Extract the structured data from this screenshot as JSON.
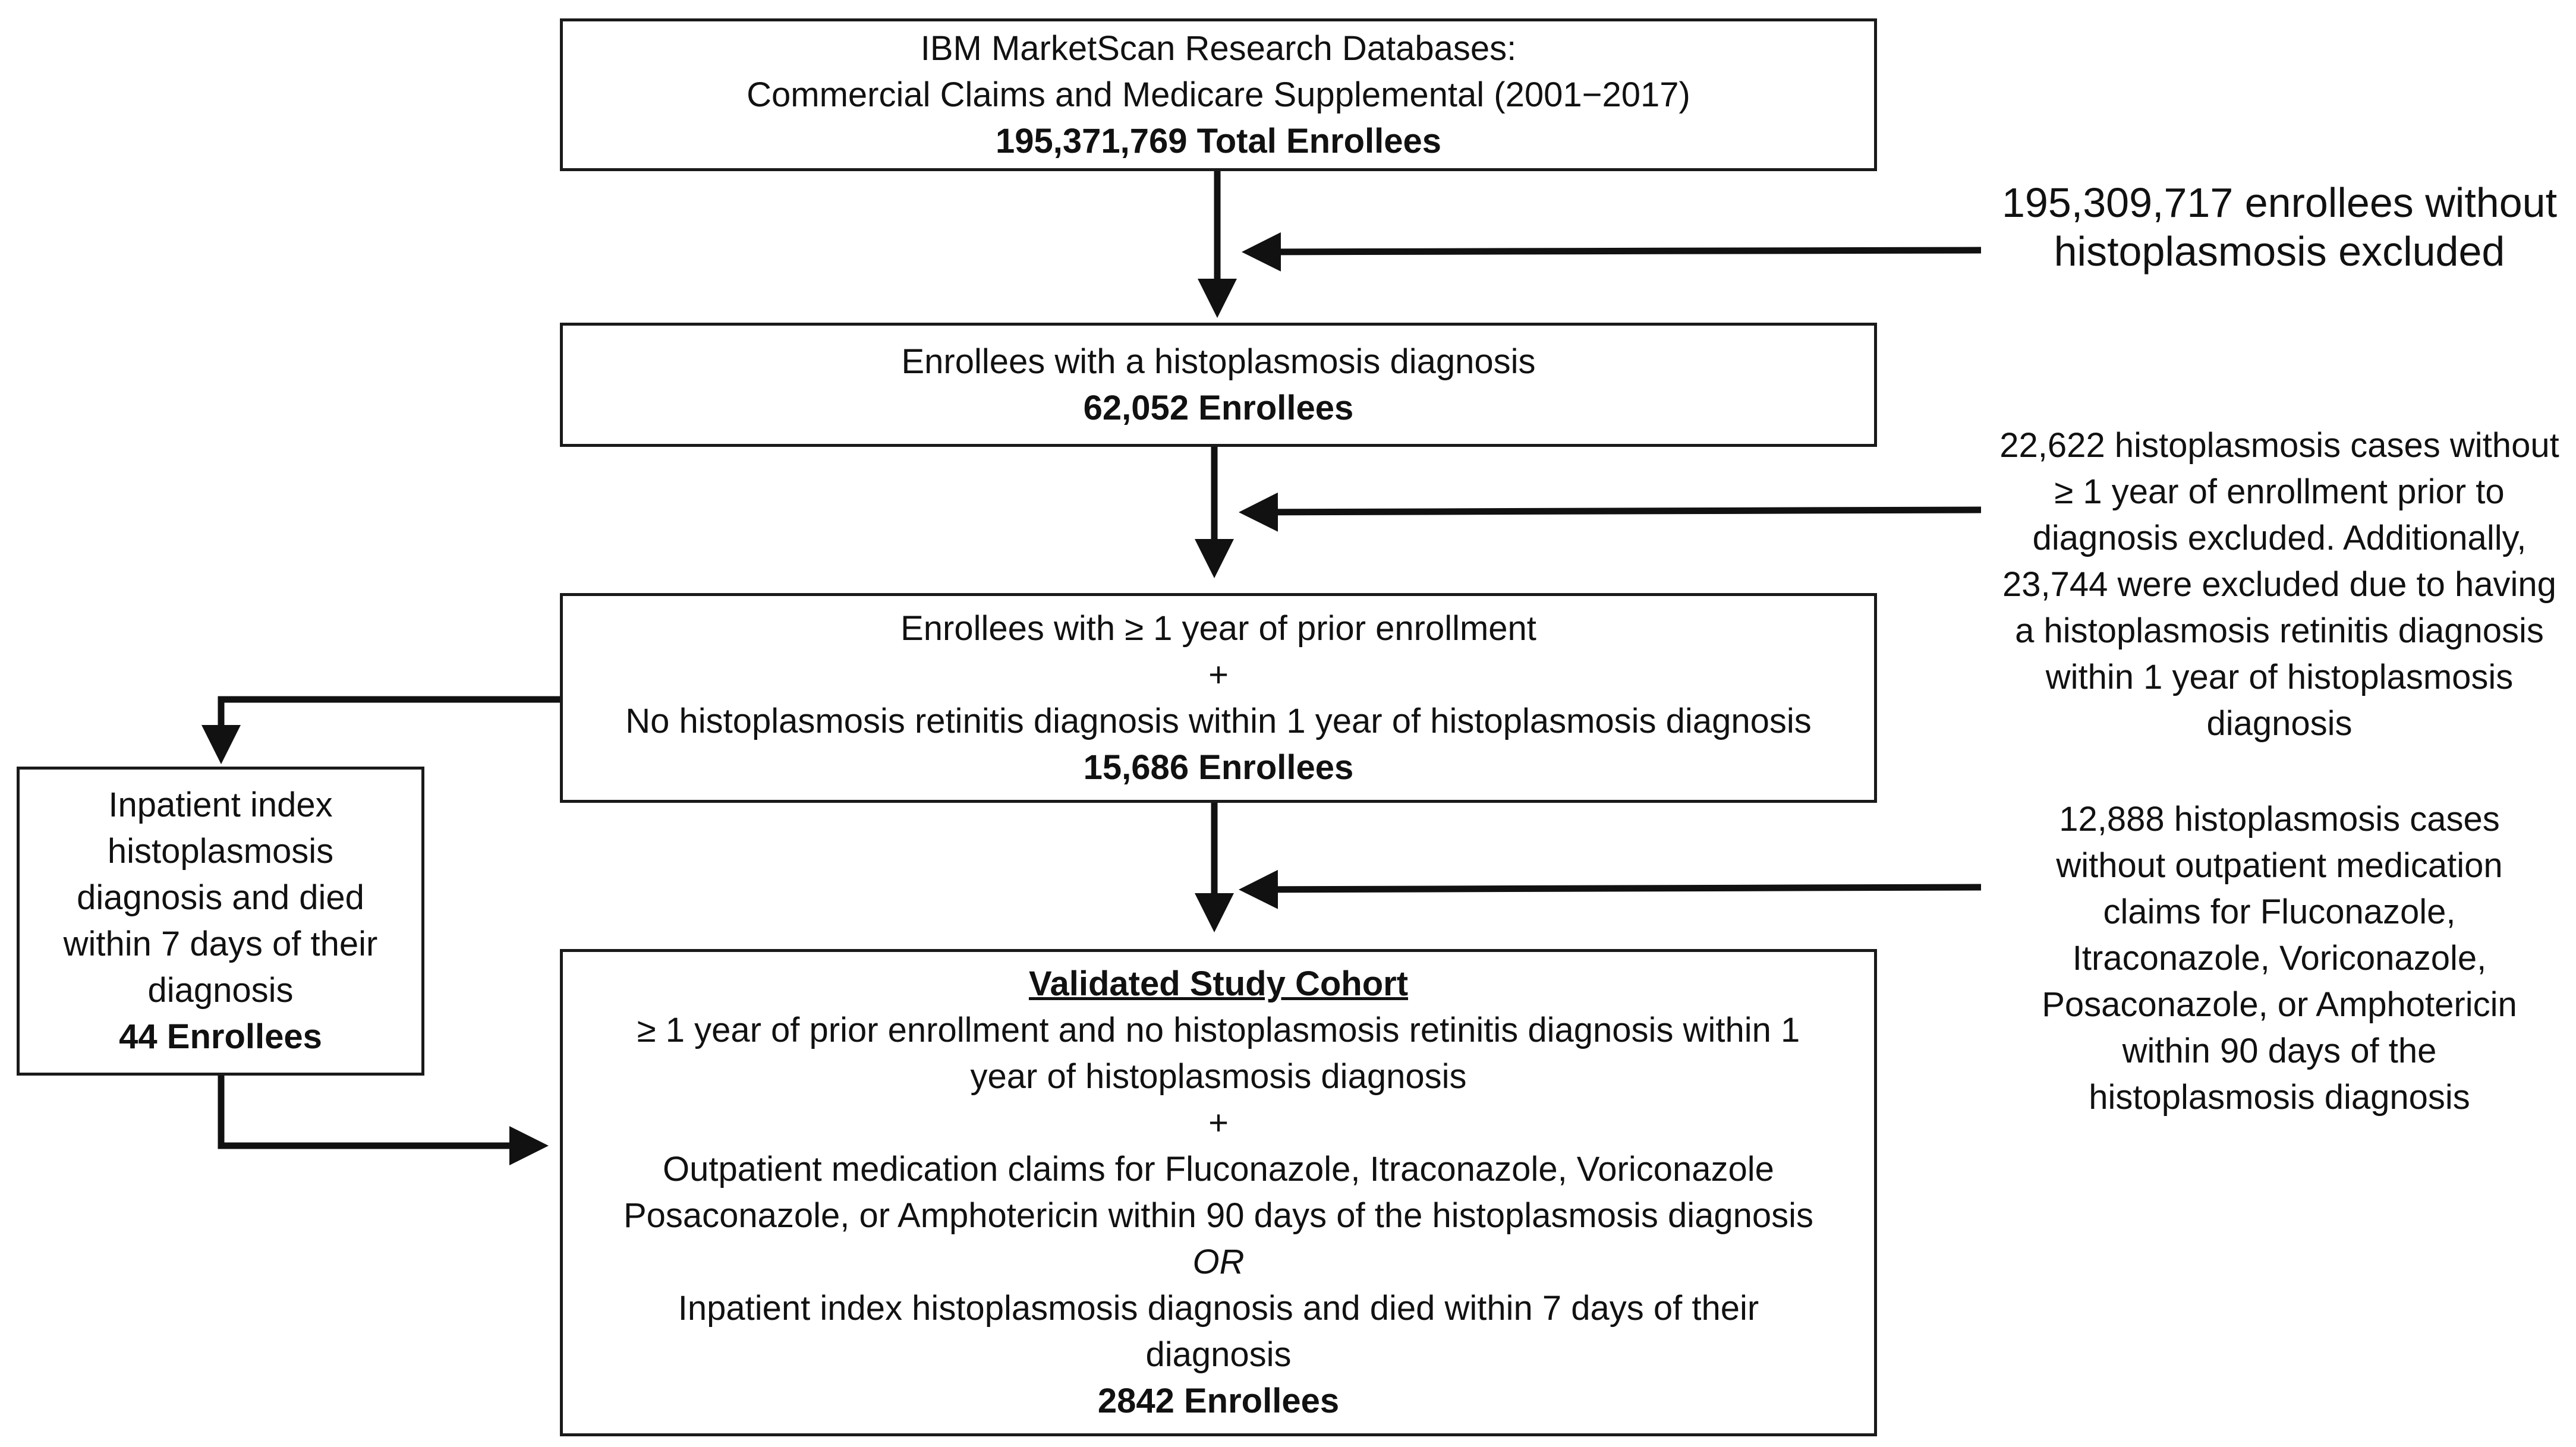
{
  "boxes": {
    "source": {
      "line1": "IBM MarketScan Research Databases:",
      "line2": "Commercial Claims and Medicare Supplemental (2001−2017)",
      "count": "195,371,769 Total Enrollees"
    },
    "histo": {
      "line1": "Enrollees with a histoplasmosis diagnosis",
      "count": "62,052 Enrollees"
    },
    "prior": {
      "line1": "Enrollees with ≥ 1 year of prior enrollment",
      "plus": "+",
      "line2": "No histoplasmosis retinitis diagnosis within 1 year of histoplasmosis diagnosis",
      "count": "15,686 Enrollees"
    },
    "inpatient": {
      "lines": [
        "Inpatient index",
        "histoplasmosis",
        "diagnosis and died",
        "within 7 days of their",
        "diagnosis"
      ],
      "count": "44 Enrollees"
    },
    "cohort": {
      "title": "Validated Study Cohort",
      "lines_a": [
        "≥ 1 year of prior enrollment and no histoplasmosis retinitis diagnosis within 1",
        "year of histoplasmosis diagnosis"
      ],
      "plus": "+",
      "lines_b": [
        "Outpatient medication claims for Fluconazole, Itraconazole, Voriconazole",
        "Posaconazole, or Amphotericin within 90 days of the histoplasmosis diagnosis"
      ],
      "or": "OR",
      "lines_c": [
        "Inpatient index histoplasmosis diagnosis and died within 7 days of their",
        "diagnosis"
      ],
      "count": "2842 Enrollees"
    }
  },
  "exclusions": {
    "e1": [
      "195,309,717 enrollees without",
      "histoplasmosis excluded"
    ],
    "e2": [
      "22,622 histoplasmosis cases without",
      "≥ 1 year of enrollment prior to",
      "diagnosis excluded. Additionally,",
      "23,744 were excluded due to having",
      "a histoplasmosis retinitis diagnosis",
      "within 1 year of histoplasmosis",
      "diagnosis"
    ],
    "e3": [
      "12,888 histoplasmosis cases",
      "without outpatient medication",
      "claims for Fluconazole,",
      "Itraconazole, Voriconazole,",
      "Posaconazole, or Amphotericin",
      "within 90 days of the",
      "histoplasmosis diagnosis"
    ]
  },
  "colors": {
    "line": "#111111",
    "border": "#1a1a1a",
    "background": "#ffffff"
  }
}
